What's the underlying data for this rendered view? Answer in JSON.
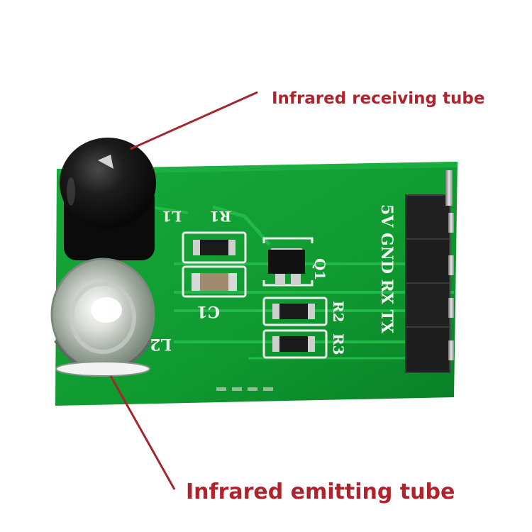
{
  "labels": {
    "receiving": "Infrared receiving tube",
    "emitting": "Infrared emitting tube"
  },
  "silkscreen": {
    "l1": "L1",
    "l2": "L2",
    "r1": "R1",
    "c1": "C1",
    "q1": "Q1",
    "r2": "R2",
    "r3": "R3",
    "pins": "5V GND RX TX"
  },
  "colors": {
    "label": "#b0222c",
    "leader_line": "#a3262e",
    "pcb": "#0f9a30",
    "silkscreen": "#eef4ee",
    "receiver": "#141414",
    "header": "#1a1a1a"
  }
}
